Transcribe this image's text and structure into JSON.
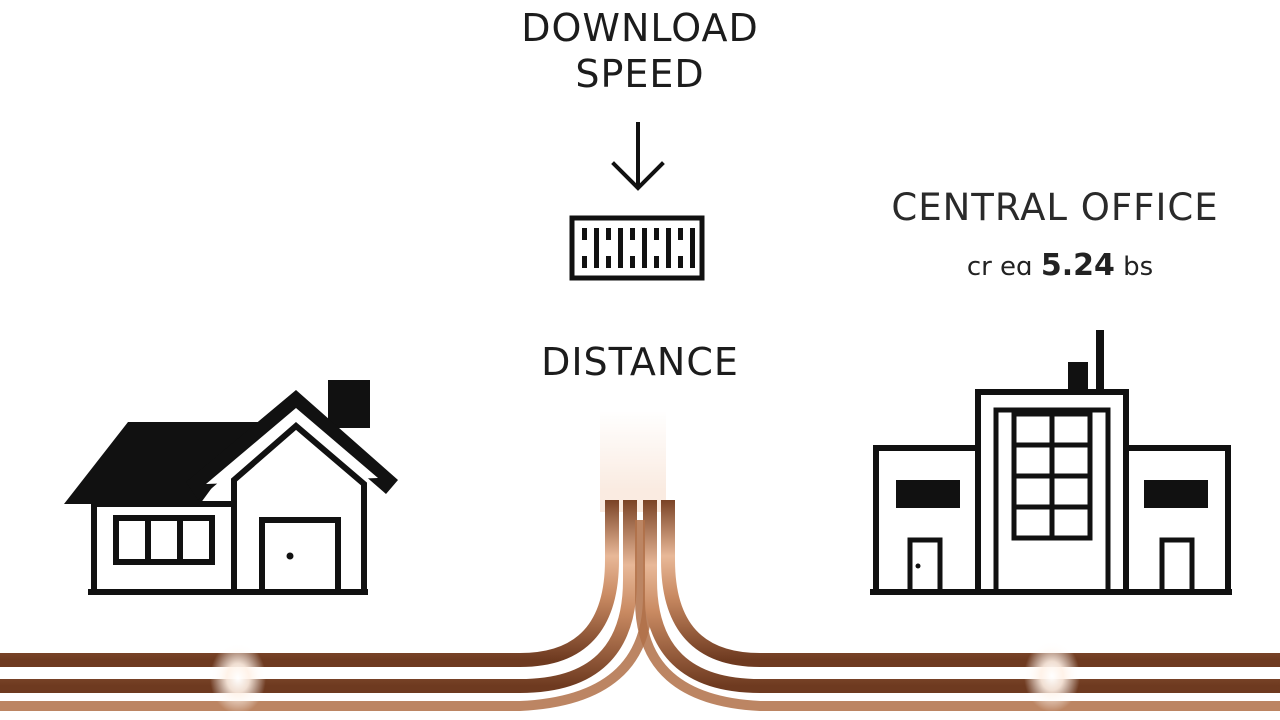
{
  "diagram": {
    "title_line1": "DOWNLOAD",
    "title_line2": "SPEED",
    "distance_label": "DISTANCE",
    "office_label": "CENTRAL OFFICE",
    "office_sub_prefix": "cr eɑ",
    "office_sub_value": "5.24",
    "office_sub_suffix": "bs",
    "icons": [
      "arrow-down-icon",
      "ruler-icon",
      "house-icon",
      "office-building-icon",
      "copper-wire-icon"
    ],
    "colors": {
      "ink": "#111111",
      "copper": "#b8764f",
      "copper_highlight": "#f4d2b8",
      "background": "#ffffff"
    }
  }
}
